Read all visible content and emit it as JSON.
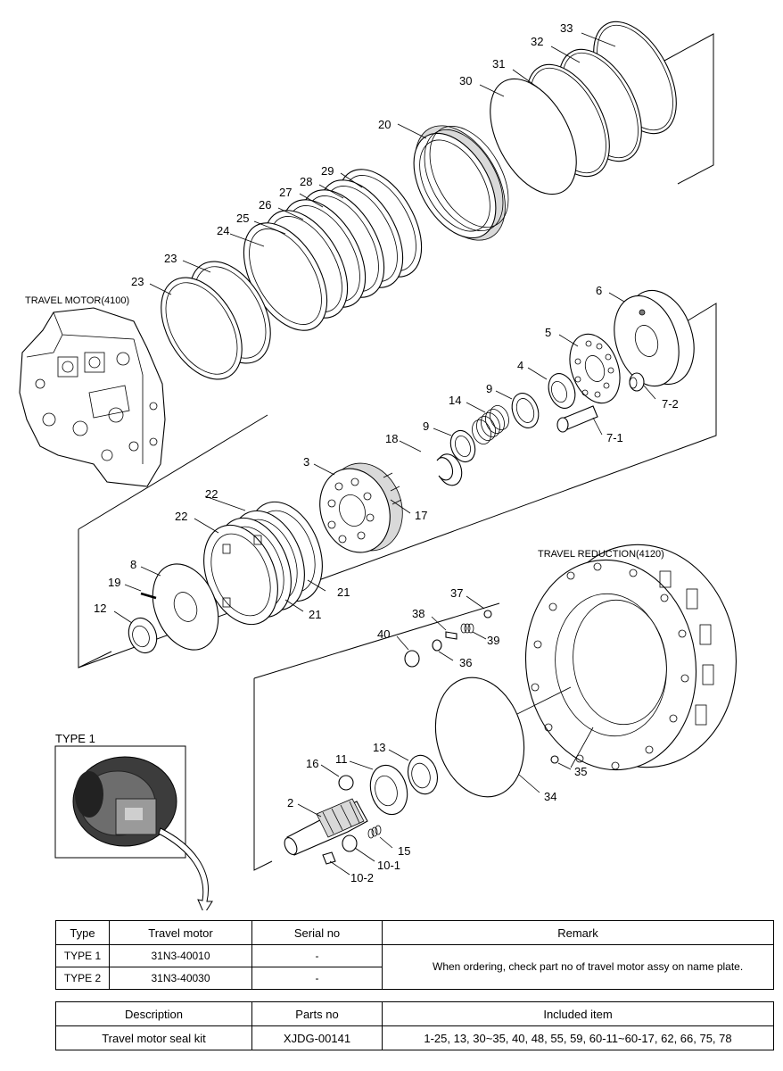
{
  "diagram": {
    "captions": {
      "travel_motor": "TRAVEL MOTOR(4100)",
      "travel_reduction": "TRAVEL REDUCTION(4120)",
      "type1": "TYPE 1"
    },
    "labels": {
      "p33": "33",
      "p32": "32",
      "p31": "31",
      "p30": "30",
      "p20": "20",
      "p29": "29",
      "p28": "28",
      "p27": "27",
      "p26": "26",
      "p25": "25",
      "p24": "24",
      "p23a": "23",
      "p23b": "23",
      "p6": "6",
      "p5": "5",
      "p4": "4",
      "p72": "7-2",
      "p9a": "9",
      "p14": "14",
      "p71": "7-1",
      "p9b": "9",
      "p18": "18",
      "p3": "3",
      "p17": "17",
      "p22a": "22",
      "p22b": "22",
      "p8": "8",
      "p19": "19",
      "p12": "12",
      "p21a": "21",
      "p21b": "21",
      "p37": "37",
      "p38": "38",
      "p39": "39",
      "p40": "40",
      "p36": "36",
      "p13": "13",
      "p16": "16",
      "p11": "11",
      "p35": "35",
      "p34": "34",
      "p2": "2",
      "p15": "15",
      "p101": "10-1",
      "p102": "10-2"
    }
  },
  "type_table": {
    "headers": [
      "Type",
      "Travel motor",
      "Serial no",
      "Remark"
    ],
    "rows": [
      {
        "type": "TYPE 1",
        "motor": "31N3-40010",
        "serial": "-"
      },
      {
        "type": "TYPE 2",
        "motor": "31N3-40030",
        "serial": "-"
      }
    ],
    "remark": "When ordering, check part no of travel motor assy on name plate."
  },
  "kit_table": {
    "headers": [
      "Description",
      "Parts no",
      "Included item"
    ],
    "row": {
      "description": "Travel motor seal kit",
      "parts_no": "XJDG-00141",
      "included": "1-25, 13, 30~35, 40, 48, 55, 59, 60-11~60-17, 62, 66, 75, 78"
    }
  }
}
